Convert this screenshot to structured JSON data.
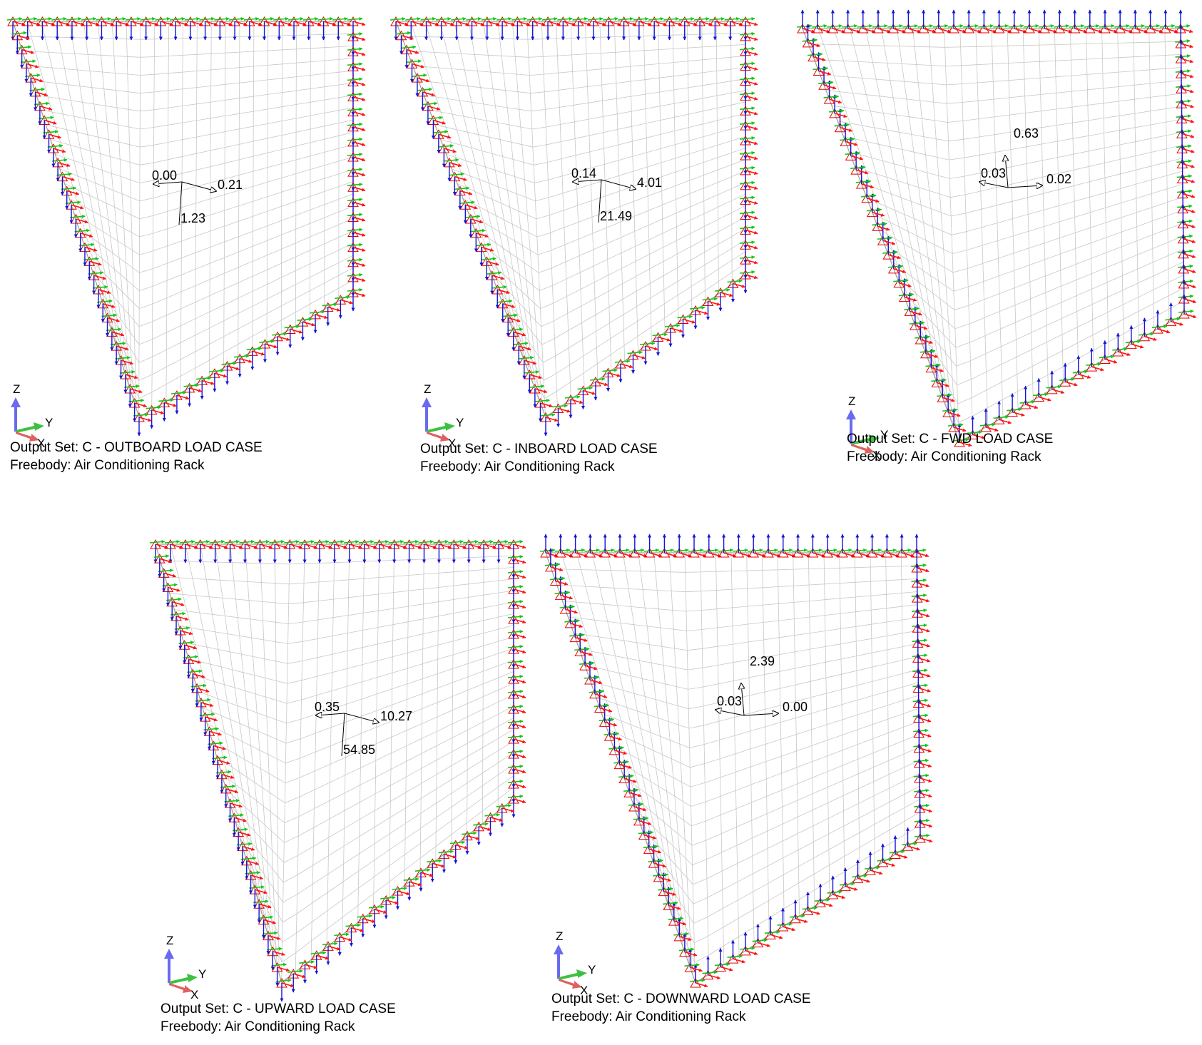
{
  "colors": {
    "mesh": "#c8c8c8",
    "constraint": "#e60000",
    "x_arrow": "#ff1414",
    "y_arrow": "#16c416",
    "z_arrow": "#1414d4",
    "resultant": "#000000",
    "triad_z": "#6a6af0",
    "triad_y": "#40c040",
    "triad_x": "#e06060"
  },
  "icons": [
    "constraint-triangle-icon",
    "force-arrow-icon",
    "axis-triad-icon"
  ],
  "triad_labels": {
    "z": "Z",
    "y": "Y",
    "x": "X"
  },
  "panels": [
    {
      "id": "outboard",
      "output_set": "Output Set: C - OUTBOARD LOAD CASE",
      "freebody": "Freebody: Air Conditioning Rack",
      "values": {
        "left": "0.00",
        "right": "0.21",
        "third": "1.23"
      },
      "third_direction": "down",
      "edge_z_direction": "down"
    },
    {
      "id": "inboard",
      "output_set": "Output Set: C - INBOARD LOAD CASE",
      "freebody": "Freebody: Air Conditioning Rack",
      "values": {
        "left": "0.14",
        "right": "4.01",
        "third": "21.49"
      },
      "third_direction": "down",
      "edge_z_direction": "down"
    },
    {
      "id": "fwd",
      "output_set": "Output Set: C - FWD LOAD CASE",
      "freebody": "Freebody: Air Conditioning Rack",
      "values": {
        "left": "0.03",
        "right": "0.02",
        "third": "0.63"
      },
      "third_direction": "up",
      "edge_z_direction": "up"
    },
    {
      "id": "upward",
      "output_set": "Output Set: C - UPWARD LOAD CASE",
      "freebody": "Freebody: Air Conditioning Rack",
      "values": {
        "left": "0.35",
        "right": "10.27",
        "third": "54.85"
      },
      "third_direction": "down",
      "edge_z_direction": "down"
    },
    {
      "id": "downward",
      "output_set": "Output Set: C - DOWNWARD LOAD CASE",
      "freebody": "Freebody: Air Conditioning Rack",
      "values": {
        "left": "0.03",
        "right": "0.00",
        "third": "2.39"
      },
      "third_direction": "up",
      "edge_z_direction": "up"
    }
  ]
}
